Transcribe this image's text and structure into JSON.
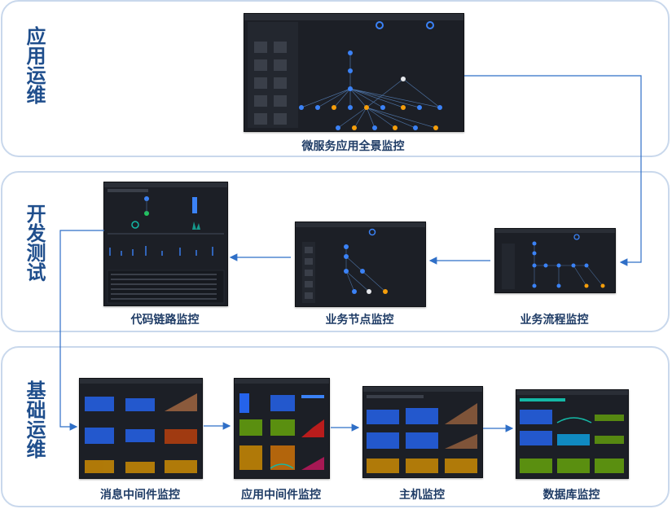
{
  "layers": [
    {
      "id": "ops",
      "title": "应用运维",
      "items": [
        "微服务应用全景监控"
      ]
    },
    {
      "id": "dev",
      "title": "开发测试",
      "items": [
        "代码链路监控",
        "业务节点监控",
        "业务流程监控"
      ]
    },
    {
      "id": "base",
      "title": "基础运维",
      "items": [
        "消息中间件监控",
        "应用中间件监控",
        "主机监控",
        "数据库监控"
      ]
    }
  ],
  "colors": {
    "band_border": "#c9d8ec",
    "title_text": "#1f4e8c",
    "caption_text": "#1f3c66",
    "arrow": "#2f6fc7",
    "panel_bg": "#1c1f26",
    "node_blue": "#3b82f6",
    "node_orange": "#f59e0b"
  }
}
